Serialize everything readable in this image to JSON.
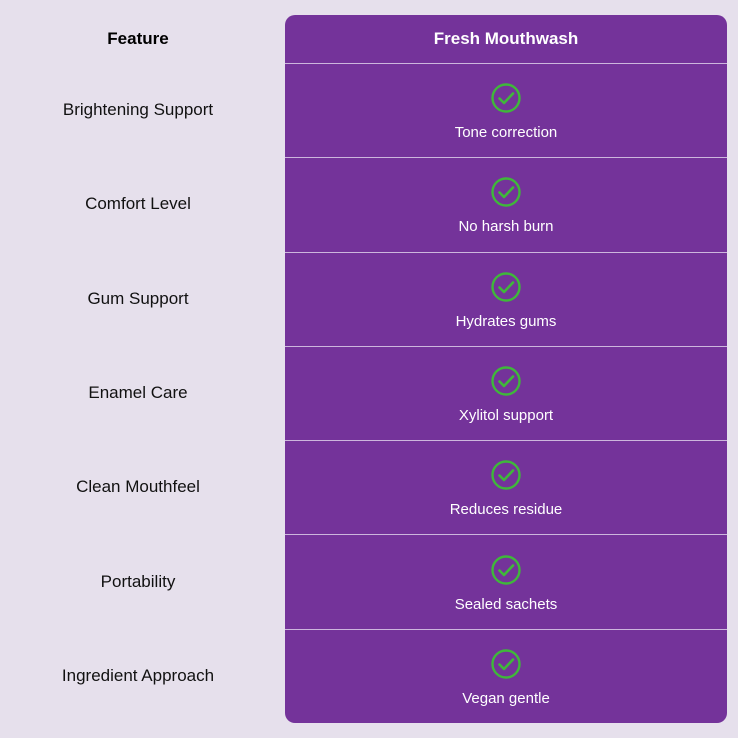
{
  "header": {
    "feature_label": "Feature",
    "product_label": "Fresh Mouthwash"
  },
  "rows": [
    {
      "feature": "Brightening Support",
      "detail": "Tone correction",
      "icon": "check-circle-icon"
    },
    {
      "feature": "Comfort Level",
      "detail": "No harsh burn",
      "icon": "check-circle-icon"
    },
    {
      "feature": "Gum Support",
      "detail": "Hydrates gums",
      "icon": "check-circle-icon"
    },
    {
      "feature": "Enamel Care",
      "detail": "Xylitol support",
      "icon": "check-circle-icon"
    },
    {
      "feature": "Clean Mouthfeel",
      "detail": "Reduces residue",
      "icon": "check-circle-icon"
    },
    {
      "feature": "Portability",
      "detail": "Sealed sachets",
      "icon": "check-circle-icon"
    },
    {
      "feature": "Ingredient Approach",
      "detail": "Vegan gentle",
      "icon": "check-circle-icon"
    }
  ],
  "colors": {
    "background": "#e6e0ec",
    "product_column": "#74339a",
    "check": "#3fb83a",
    "text_light": "#ffffff",
    "text_dark": "#111111"
  }
}
